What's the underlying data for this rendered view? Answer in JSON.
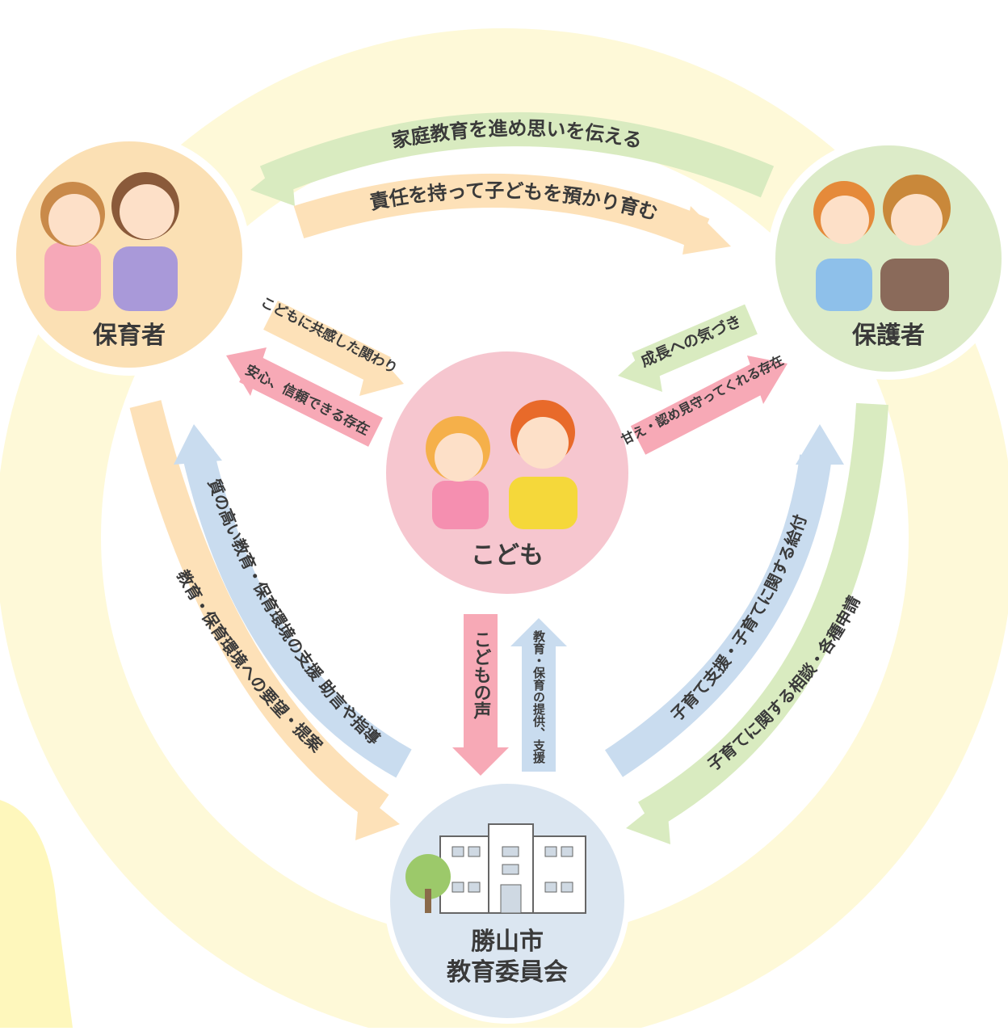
{
  "nodes": {
    "hoikusha": "保育者",
    "hogosha": "保護者",
    "kodomo": "こども",
    "board_line1": "勝山市",
    "board_line2": "教育委員会"
  },
  "arrows": {
    "top_outer": "家庭教育を進め思いを伝える",
    "top_inner": "責任を持って子どもを預かり育む",
    "left_upper": "こどもに共感した関わり",
    "left_lower": "安心、信頼できる存在",
    "right_upper": "成長への気づき",
    "right_lower": "甘え・認め見守ってくれる存在",
    "left_inner_vertical": "質の高い教育・保育環境の支援 助言や指導",
    "left_outer_vertical": "教育・保育環境への要望・提案",
    "center_down": "こどもの声",
    "center_up": "教育・保育の提供、支援",
    "right_inner_vertical": "子育て支援・子育てに関する給付",
    "right_outer_vertical": "子育てに関する相談・各種申請"
  },
  "colors": {
    "ring": "#fdf6c4",
    "green_arrow": "#d9ebc0",
    "orange_arrow": "#fde1b8",
    "pink_arrow": "#f7a9b6",
    "blue_arrow": "#c9dcef",
    "hoikusha_bg": "#fbe0b4",
    "hogosha_bg": "#dcebc8",
    "kodomo_bg": "#f6c6cf",
    "board_bg": "#dbe6f1",
    "text": "#3a3a3a"
  },
  "icons": [
    "caregivers-illustration",
    "parents-illustration",
    "children-illustration",
    "school-building-illustration"
  ]
}
